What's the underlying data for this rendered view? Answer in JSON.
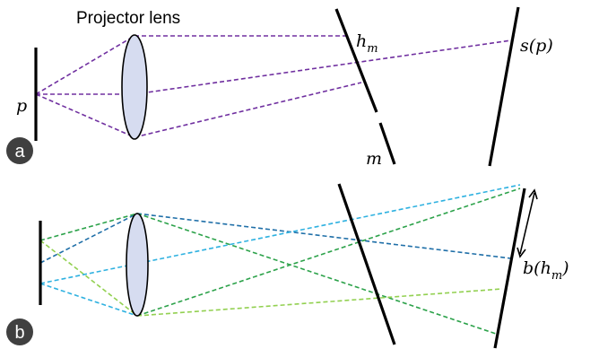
{
  "panel_a": {
    "badge": "a",
    "title": "Projector lens",
    "label_p": "p",
    "label_hm": "h",
    "label_hm_sub": "m",
    "label_m": "m",
    "label_sp": "s(p)"
  },
  "panel_b": {
    "badge": "b",
    "label_bhm_open": "b(h",
    "label_bhm_sub": "m",
    "label_bhm_close": ")"
  },
  "colors": {
    "purple": "#7030a0",
    "dark_blue": "#1f6fa8",
    "green": "#2ca24a",
    "light_green": "#92d050",
    "cyan": "#2eb1e0",
    "lens_fill": "#d6dcf0",
    "badge_fill": "#404040"
  }
}
